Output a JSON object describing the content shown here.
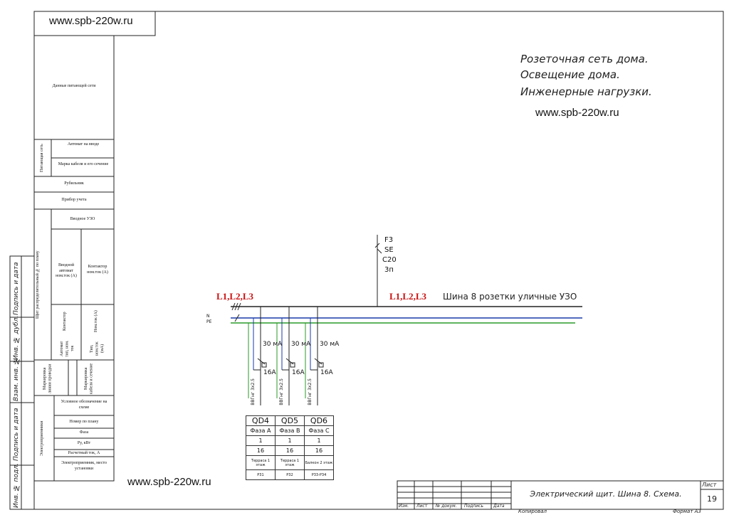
{
  "website": "www.spb-220w.ru",
  "notes": [
    "Розеточная сеть дома.",
    "Освещение дома.",
    "Инженерные нагрузки."
  ],
  "left_table": {
    "network_data": "Данные питающей сети",
    "supply_net": "Питающая сеть",
    "input_breaker": "Автомат на вводе",
    "cable_mark": "Марка кабеля и его сечение",
    "switch": "Рубильник",
    "meter": "Прибор учета",
    "input_rcd": "Вводное УЗО",
    "panel": "Щит распределительный № по плану",
    "input_breaker_current": "Вводной автомат ном.ток (А)",
    "contactor_current": "Контактор ном.ток (А)",
    "contactor": "Контактор",
    "nom_current": "Ном.ток (А)",
    "breaker_type": "Автомат тип, ном. ток",
    "rcd_type": "Тип, ном.ток (мА)",
    "marking": "Маркировка линии проводки",
    "cable": "Маркировка кабеля и сечение",
    "consumers": "Электроприемники",
    "marking_on_scheme": "Условное обозначение на схеме",
    "plan_number": "Номер по плану",
    "phase": "Фаза",
    "power": "Ру, кВт",
    "current": "Расчетный ток, А",
    "consumer_name": "Электроприемник, место установки"
  },
  "side_stamps": [
    "Подпись и дата",
    "Инв. № дубл.",
    "Взам. инв. №",
    "Подпись и дата",
    "Инв. № подл."
  ],
  "diagram": {
    "bus_label": "L1,L2,L3",
    "bus_label_right": "L1,L2,L3",
    "bus_name": "Шина 8 розетки уличные УЗО",
    "surge_lines": [
      "F3",
      "SE",
      "C20",
      "3п"
    ],
    "npe": [
      "N",
      "PE"
    ],
    "breakers": [
      {
        "rcd": "30 мА",
        "rating": "16A",
        "cable": "ВВГнг 3х2.5"
      },
      {
        "rcd": "30 мА",
        "rating": "16A",
        "cable": "ВВГнг 3х2.5"
      },
      {
        "rcd": "30 мА",
        "rating": "16A",
        "cable": "ВВГнг 3х2.5"
      }
    ]
  },
  "consumer_table": {
    "names": [
      "QD4",
      "QD5",
      "QD6"
    ],
    "phases": [
      "Фаза А",
      "Фаза В",
      "Фаза С"
    ],
    "power": [
      "1",
      "1",
      "1"
    ],
    "current": [
      "16",
      "16",
      "16"
    ],
    "place": [
      "Терраса 1 этаж",
      "Терраса 1 этаж",
      "Балкон 2 этаж"
    ],
    "plan": [
      "Р31",
      "Р32",
      "Р33-Р34"
    ]
  },
  "title_block": {
    "title": "Электрический щит. Шина 8. Схема.",
    "sheet_label": "Лист",
    "sheet_number": "19",
    "cols": [
      "Изм.",
      "Лист",
      "№ докум.",
      "Подпись",
      "Дата"
    ],
    "copied": "Копировал",
    "format": "Формат А3"
  },
  "colors": {
    "phase": "#222222",
    "neutral": "#1a3aa8",
    "pe": "#2a9a2a",
    "label_red": "#cc1111"
  }
}
